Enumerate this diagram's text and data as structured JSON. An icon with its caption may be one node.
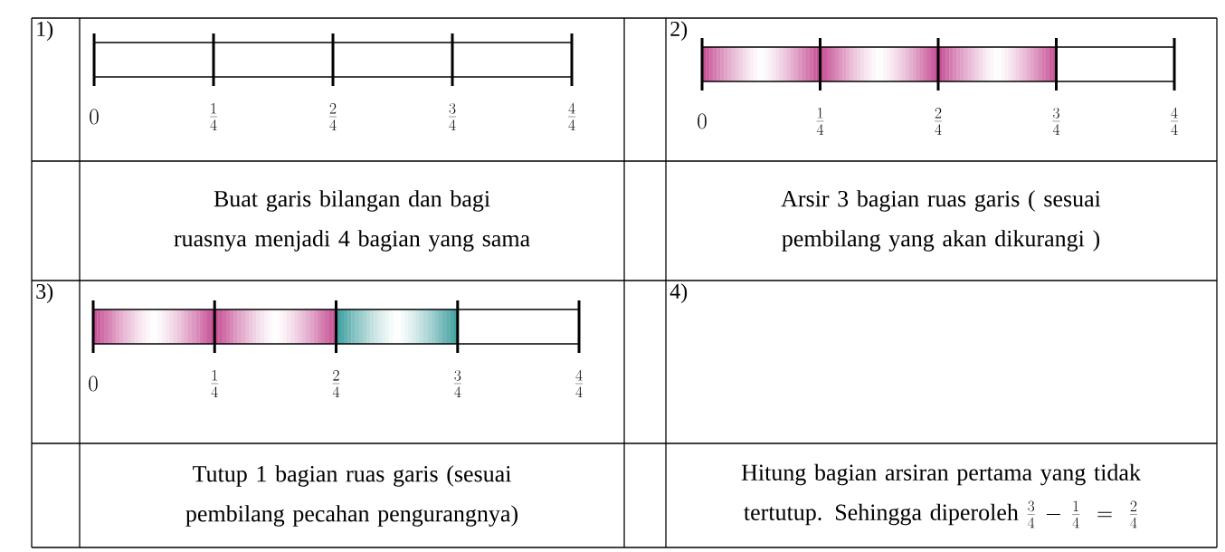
{
  "diagram": {
    "labels": [
      "1)",
      "0",
      "\\frac{1}{4}",
      "\\frac{2}{4}",
      "\\frac{3}{4}",
      "\\frac{4}{4}",
      "2)",
      "0",
      "\\frac{1}{4}",
      "\\frac{2}{4}",
      "\\frac{3}{4}",
      "\\frac{4}{4}",
      "Buat garis bilangan dan bagi ruasnya menjadi 4 bagian yang sama",
      "Arsir 3 bagian ruas garis ( sesuai pembilang yang akan dikurangi )",
      "3)",
      "0",
      "\\frac{1}{4}",
      "\\frac{2}{4}",
      "\\frac{3}{4}",
      "\\frac{4}{4}",
      "4)",
      "Tutup 1 bagian ruas garis (sesuai pembilang pecahan pengurangnya)",
      "Hitung bagian arsiran pertama yang tidak tertutup. Sehingga diperoleh",
      "\\frac{3}{4}-\\frac{1}{4}=\\frac{2}{4}"
    ]
  }
}
